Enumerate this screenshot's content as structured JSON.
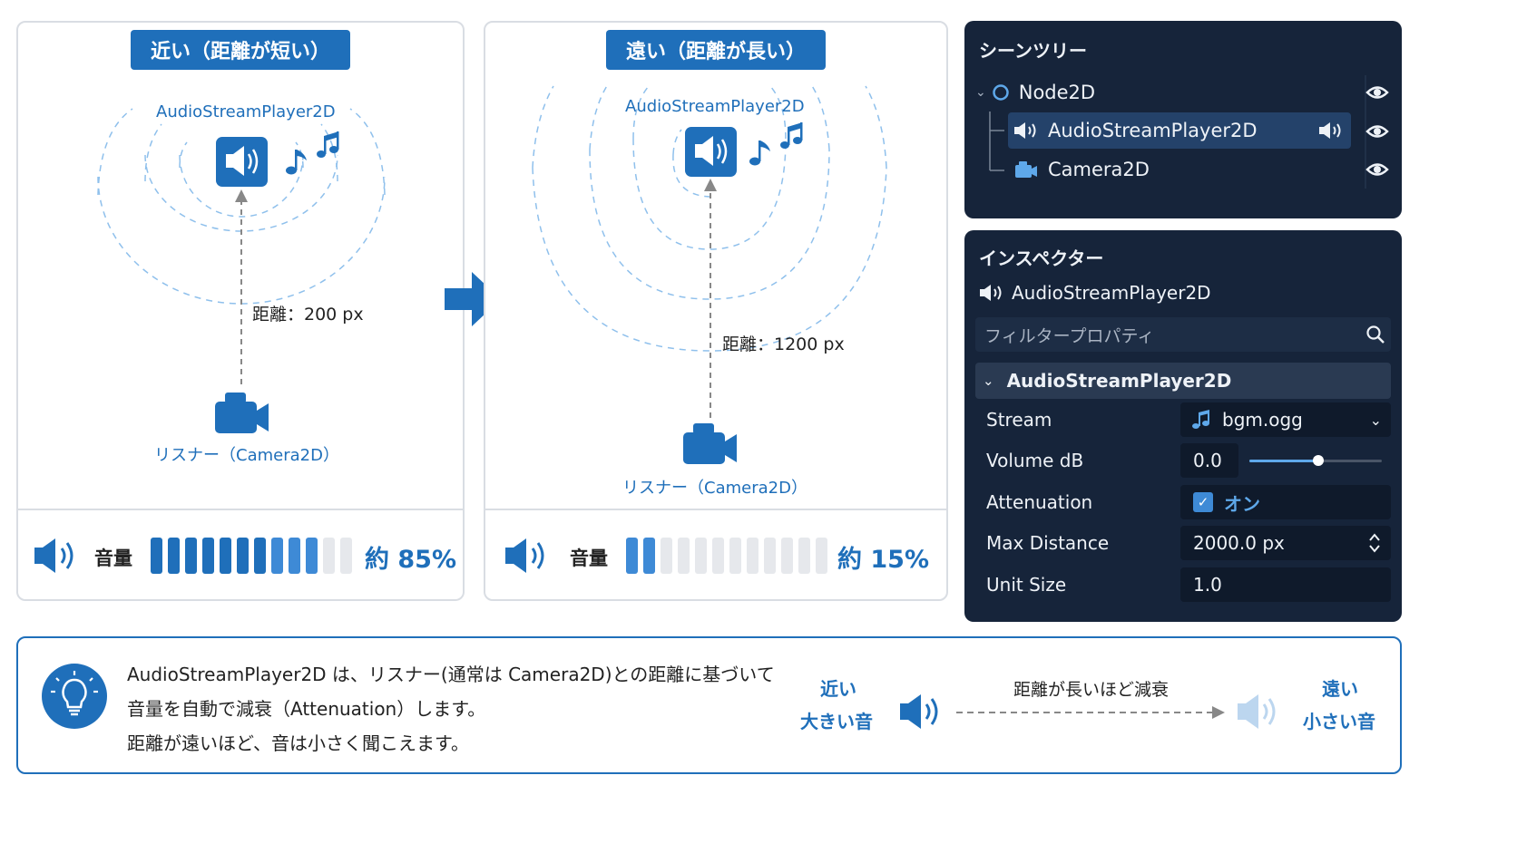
{
  "near": {
    "title": "近い（距離が短い）",
    "emitter_label": "AudioStreamPlayer2D",
    "distance_label": "距離：200 px",
    "listener_label": "リスナー（Camera2D）",
    "volume_label": "音量",
    "volume_percent": "約 85%",
    "volume_level": 0.85
  },
  "far": {
    "title": "遠い（距離が長い）",
    "emitter_label": "AudioStreamPlayer2D",
    "distance_label": "距離：1200 px",
    "listener_label": "リスナー（Camera2D）",
    "volume_label": "音量",
    "volume_percent": "約 15%",
    "volume_level": 0.15
  },
  "scene_tree": {
    "title": "シーンツリー",
    "nodes": [
      {
        "label": "Node2D",
        "icon": "circle-node-icon"
      },
      {
        "label": "AudioStreamPlayer2D",
        "icon": "speaker-icon",
        "selected": true
      },
      {
        "label": "Camera2D",
        "icon": "camera-icon"
      }
    ]
  },
  "inspector": {
    "title": "インスペクター",
    "node_name": "AudioStreamPlayer2D",
    "filter_placeholder": "フィルタープロパティ",
    "section": "AudioStreamPlayer2D",
    "properties": {
      "stream": {
        "key": "Stream",
        "value": "bgm.ogg"
      },
      "volume": {
        "key": "Volume dB",
        "value": "0.0",
        "slider_level": 0.52
      },
      "attenuation": {
        "key": "Attenuation",
        "value": "オン",
        "checked": true
      },
      "max_distance": {
        "key": "Max Distance",
        "value": "2000.0 px"
      },
      "unit_size": {
        "key": "Unit Size",
        "value": "1.0"
      }
    }
  },
  "info": {
    "line1": "AudioStreamPlayer2D は、リスナー(通常は Camera2D)との距離に基づいて",
    "line2": "音量を自動で減衰（Attenuation）します。",
    "line3": "距離が遠いほど、音は小さく聞こえます。",
    "near_label1": "近い",
    "near_label2": "大きい音",
    "middle_label": "距離が長いほど減衰",
    "far_label1": "遠い",
    "far_label2": "小さい音"
  },
  "colors": {
    "accent": "#1f6fba",
    "dark_bg": "#16243a",
    "selected_row": "#24426a"
  }
}
